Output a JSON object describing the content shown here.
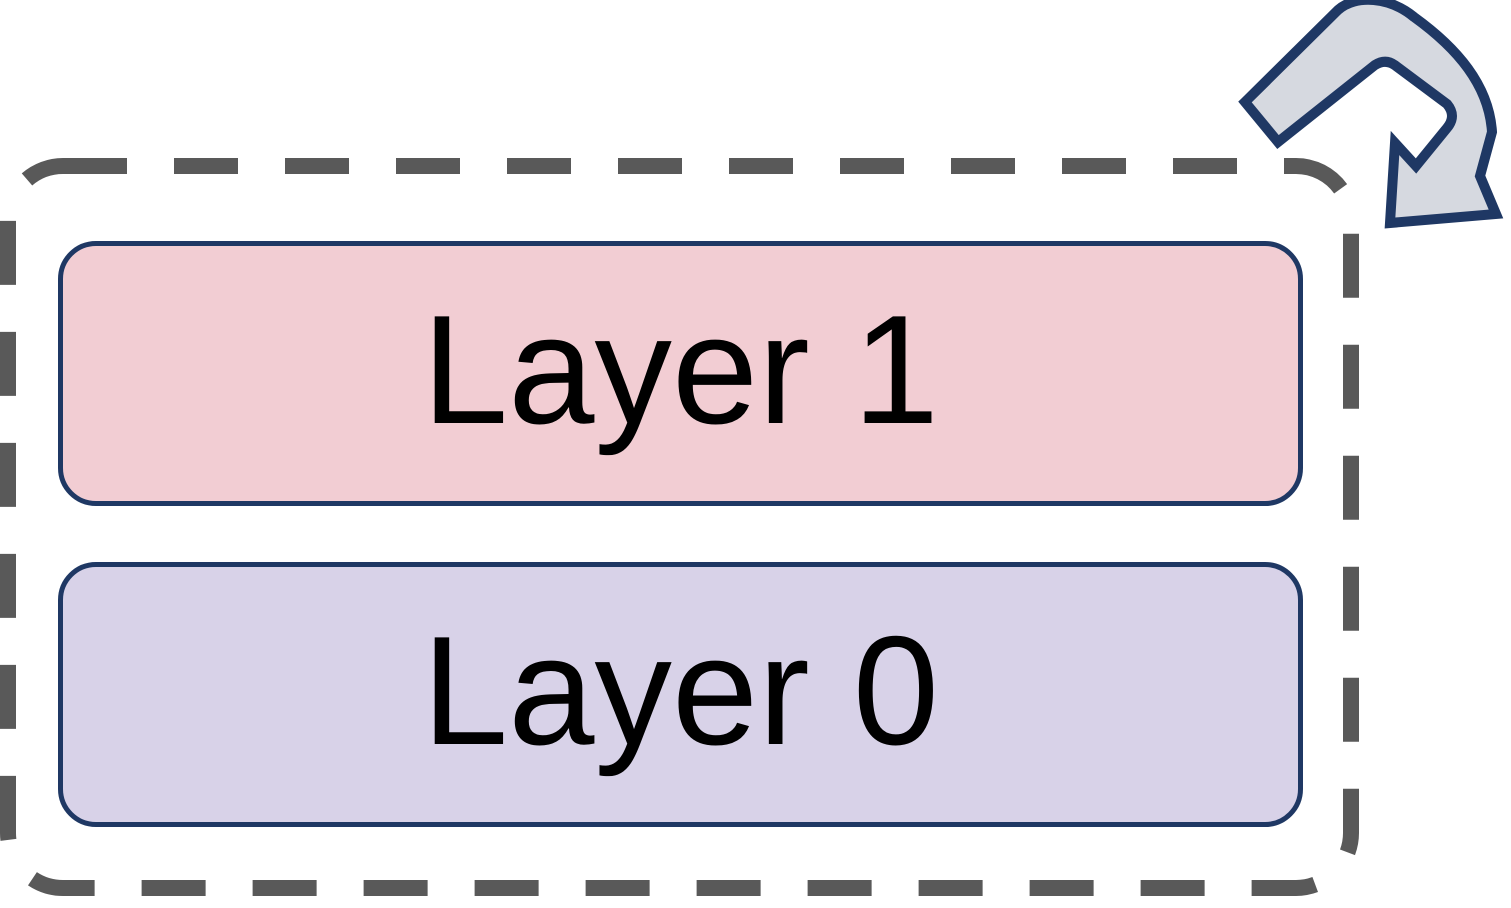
{
  "diagram": {
    "type": "layer-stack-with-recurrence-loop",
    "container": {
      "name": "dashed-group-border",
      "border_color": "#595959",
      "border_style": "dashed",
      "background": "#ffffff"
    },
    "layers": [
      {
        "label": "Layer 1",
        "fill": "#f2cdd3",
        "border_color": "#1f3864",
        "text_color": "#000000"
      },
      {
        "label": "Layer 0",
        "fill": "#d8d2e8",
        "border_color": "#1f3864",
        "text_color": "#000000"
      }
    ],
    "icons": [
      {
        "name": "recurrence-loop-arrow-icon",
        "meaning": "loop / repeat over the layer stack",
        "fill": "#d6d9e0",
        "stroke": "#1f3864",
        "position": "top-right",
        "direction": "points down-left toward container"
      }
    ]
  }
}
